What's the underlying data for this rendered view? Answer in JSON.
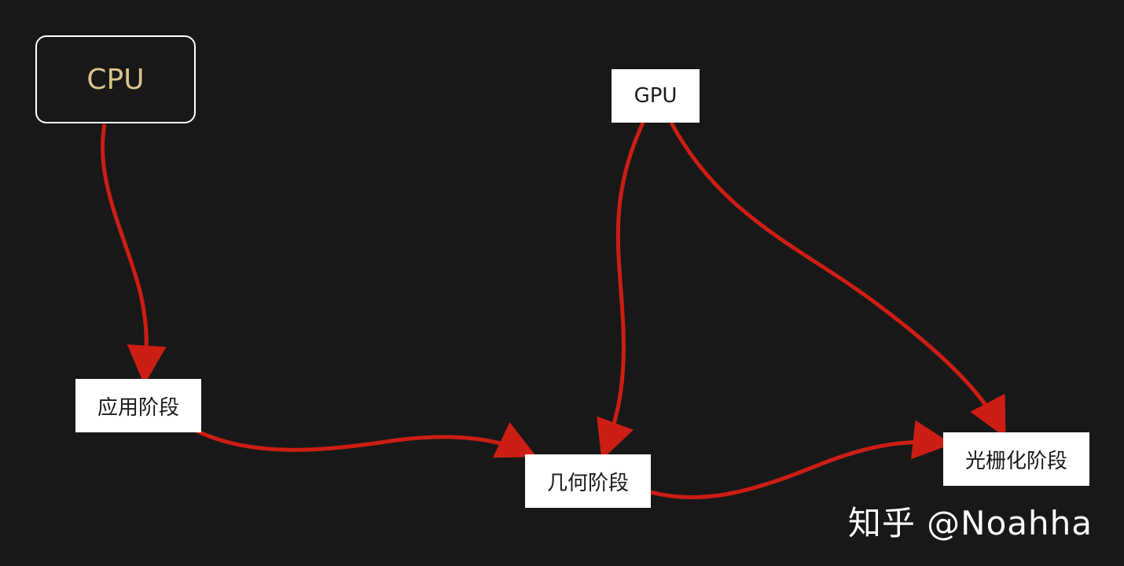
{
  "colors": {
    "background": "#181818",
    "arrow": "#cc1e14",
    "cpu_text": "#d8c48c",
    "node_fill": "#ffffff"
  },
  "nodes": {
    "cpu": "CPU",
    "gpu": "GPU",
    "application_stage": "应用阶段",
    "geometry_stage": "几何阶段",
    "rasterization_stage": "光栅化阶段"
  },
  "edges": [
    {
      "from": "CPU",
      "to": "应用阶段"
    },
    {
      "from": "应用阶段",
      "to": "几何阶段"
    },
    {
      "from": "GPU",
      "to": "几何阶段"
    },
    {
      "from": "GPU",
      "to": "光栅化阶段"
    },
    {
      "from": "几何阶段",
      "to": "光栅化阶段"
    }
  ],
  "watermark": "知乎 @Noahha"
}
